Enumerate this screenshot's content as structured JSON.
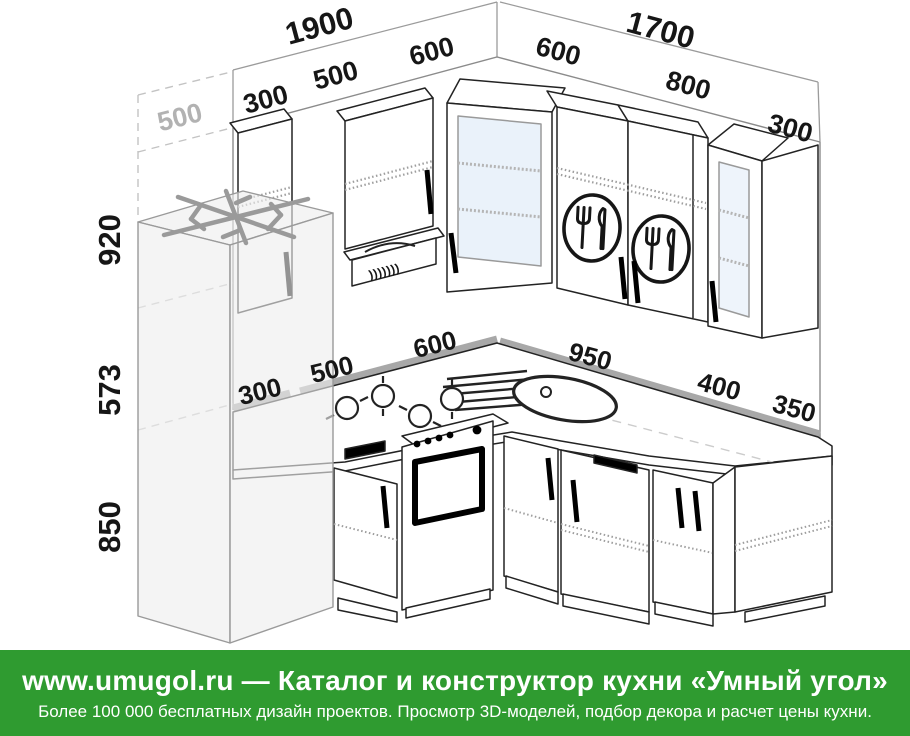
{
  "diagram": {
    "totals": {
      "left_wall": "1900",
      "right_wall": "1700"
    },
    "upper_row_left": [
      "300",
      "500",
      "600"
    ],
    "upper_row_right": [
      "600",
      "800",
      "300"
    ],
    "side_heights": {
      "niche_depth": "500",
      "upper_zone": "920",
      "apron_gap": "573",
      "base_height": "850"
    },
    "base_row_left": [
      "300",
      "500",
      "600"
    ],
    "base_row_right": [
      "950",
      "400",
      "350"
    ]
  },
  "icons": {
    "fridge_top": "snowflake-icon",
    "wall_cabinet_600": "cutlery-icon",
    "wall_cabinet_800": "cutlery-icon",
    "hood": "steam-vent-icon"
  },
  "colors": {
    "banner_green": "#2f9b30",
    "glass_blue": "#eaf2fa",
    "splash_gray": "#a8a8a8",
    "line_dark": "#232323",
    "fridge_gray": "#ededed"
  },
  "footer": {
    "title": "www.umugol.ru — Каталог и конструктор кухни «Умный угол»",
    "subtitle": "Более 100 000 бесплатных дизайн проектов. Просмотр 3D-моделей, подбор декора и расчет цены кухни."
  }
}
